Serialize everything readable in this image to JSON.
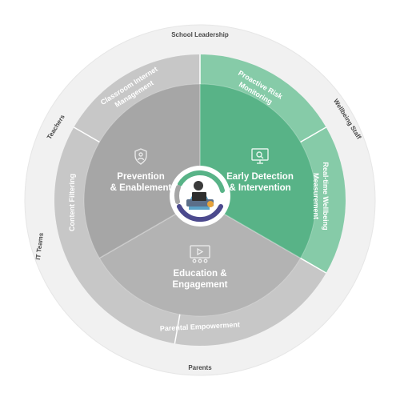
{
  "outer_ring": {
    "labels": [
      "School Leadership",
      "Wellbeing Staff",
      "Parents",
      "IT Teams",
      "Teachers"
    ]
  },
  "middle_band": {
    "labels": [
      [
        "Proactive Risk",
        "Monitoring"
      ],
      [
        "Real-time Wellbeing",
        "Measurement"
      ],
      [
        "Parental Empowerment"
      ],
      [
        "Content Filtering"
      ],
      [
        "Classroom Internet",
        "Management"
      ]
    ]
  },
  "segments": [
    {
      "lines": [
        "Prevention",
        "& Enablement"
      ],
      "icon": "shield-person-icon"
    },
    {
      "lines": [
        "Early Detection",
        "& Intervention"
      ],
      "icon": "monitor-search-icon"
    },
    {
      "lines": [
        "Education &",
        "Engagement"
      ],
      "icon": "video-lesson-icon"
    }
  ],
  "center": {
    "icon": "student-with-laptop-icon"
  },
  "colors": {
    "outer_ring": "#f1f1f1",
    "band_grey": "#c7c7c7",
    "band_green": "#86cba8",
    "inner_grey": "#a6a6a6",
    "inner_green": "#58b387",
    "divider": "#ffffff",
    "center_green": "#58b387",
    "center_purple": "#4c4a8e"
  }
}
